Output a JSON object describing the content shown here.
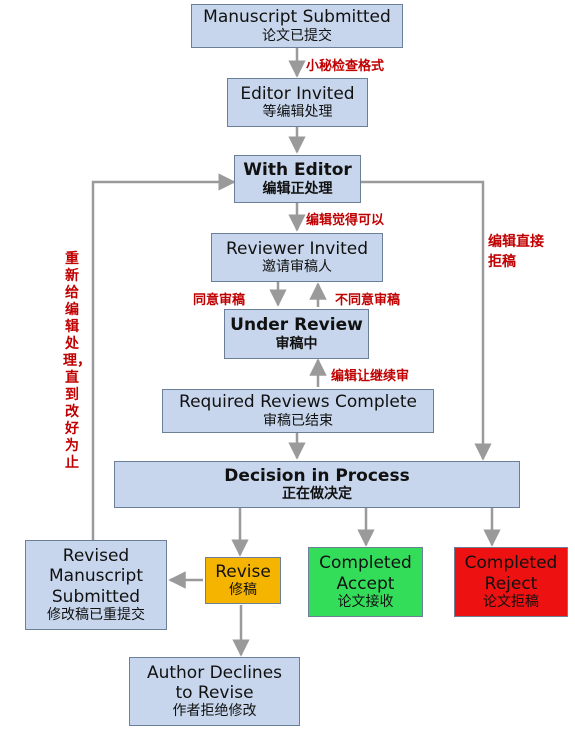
{
  "nodes": {
    "submitted": {
      "en": "Manuscript Submitted",
      "zh": "论文已提交"
    },
    "editor_invited": {
      "en": "Editor Invited",
      "zh": "等编辑处理"
    },
    "with_editor": {
      "en": "With Editor",
      "zh": "编辑正处理"
    },
    "reviewer_invited": {
      "en": "Reviewer Invited",
      "zh": "邀请审稿人"
    },
    "under_review": {
      "en": "Under Review",
      "zh": "审稿中"
    },
    "reviews_complete": {
      "en": "Required Reviews Complete",
      "zh": "审稿已结束"
    },
    "decision": {
      "en": "Decision in Process",
      "zh": "正在做决定"
    },
    "revise": {
      "en": "Revise",
      "zh": "修稿"
    },
    "accept": {
      "en1": "Completed",
      "en2": "Accept",
      "zh": "论文接收"
    },
    "reject": {
      "en1": "Completed",
      "en2": "Reject",
      "zh": "论文拒稿"
    },
    "revised": {
      "en1": "Revised",
      "en2": "Manuscript",
      "en3": "Submitted",
      "zh": "修改稿已重提交"
    },
    "declines": {
      "en1": "Author Declines",
      "en2": "to Revise",
      "zh": "作者拒绝修改"
    }
  },
  "labels": {
    "secretary_check": "小秘检查格式",
    "editor_ok": "编辑觉得可以",
    "agree": "同意审稿",
    "disagree": "不同意审稿",
    "editor_continue": "编辑让继续审",
    "direct_reject": "编辑直接拒稿",
    "resubmit_loop": "重新给编辑处理，直到改好为止"
  },
  "colors": {
    "box_blue": "#c7d6ec",
    "box_border": "#6b7f99",
    "revise_orange": "#f5b400",
    "accept_green": "#33dd5a",
    "reject_red": "#ee1111",
    "annotation_red": "#c00000",
    "arrow_gray": "#9a9a9a"
  }
}
